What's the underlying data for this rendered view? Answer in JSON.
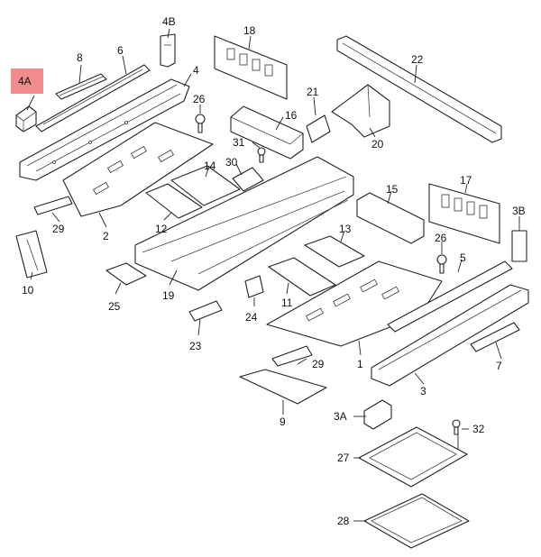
{
  "highlight": {
    "part": "4A",
    "color": "#f08c8c"
  },
  "labels": [
    {
      "id": "1",
      "text": "1"
    },
    {
      "id": "2",
      "text": "2"
    },
    {
      "id": "3",
      "text": "3"
    },
    {
      "id": "3A",
      "text": "3A"
    },
    {
      "id": "3B",
      "text": "3B"
    },
    {
      "id": "4",
      "text": "4"
    },
    {
      "id": "4A",
      "text": "4A"
    },
    {
      "id": "4B",
      "text": "4B"
    },
    {
      "id": "5",
      "text": "5"
    },
    {
      "id": "6",
      "text": "6"
    },
    {
      "id": "7",
      "text": "7"
    },
    {
      "id": "8",
      "text": "8"
    },
    {
      "id": "9",
      "text": "9"
    },
    {
      "id": "10",
      "text": "10"
    },
    {
      "id": "11",
      "text": "11"
    },
    {
      "id": "12",
      "text": "12"
    },
    {
      "id": "13",
      "text": "13"
    },
    {
      "id": "14",
      "text": "14"
    },
    {
      "id": "15",
      "text": "15"
    },
    {
      "id": "16",
      "text": "16"
    },
    {
      "id": "17",
      "text": "17"
    },
    {
      "id": "18",
      "text": "18"
    },
    {
      "id": "19",
      "text": "19"
    },
    {
      "id": "20",
      "text": "20"
    },
    {
      "id": "21",
      "text": "21"
    },
    {
      "id": "22",
      "text": "22"
    },
    {
      "id": "23",
      "text": "23"
    },
    {
      "id": "24",
      "text": "24"
    },
    {
      "id": "25",
      "text": "25"
    },
    {
      "id": "26a",
      "text": "26"
    },
    {
      "id": "26b",
      "text": "26"
    },
    {
      "id": "27",
      "text": "27"
    },
    {
      "id": "28",
      "text": "28"
    },
    {
      "id": "29a",
      "text": "29"
    },
    {
      "id": "29b",
      "text": "29"
    },
    {
      "id": "30",
      "text": "30"
    },
    {
      "id": "31",
      "text": "31"
    },
    {
      "id": "32",
      "text": "32"
    }
  ]
}
